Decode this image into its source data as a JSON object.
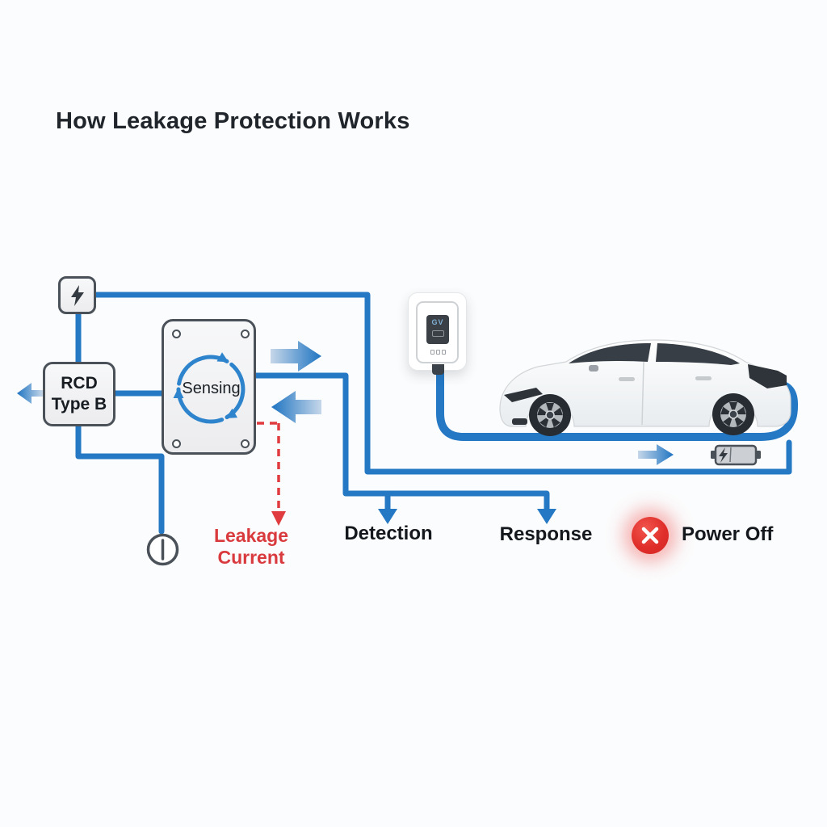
{
  "title": "How Leakage Protection Works",
  "rcd": {
    "line1": "RCD",
    "line2": "Type B"
  },
  "sensor": {
    "label": "Sensing"
  },
  "charger": {
    "screen_text": "GV"
  },
  "labels": {
    "leakage_line1": "Leakage",
    "leakage_line2": "Current",
    "detection": "Detection",
    "response": "Response",
    "power_off": "Power Off"
  },
  "icons": {
    "source": "lightning-icon",
    "sensor": "sensing-loop-icon",
    "battery": "battery-charging-icon",
    "shutoff": "x-icon",
    "ground": "power-symbol-icon"
  },
  "colors": {
    "wire_blue": "#2478c4",
    "arrow_blue": "#1e74c2",
    "alert_red": "#e03b3e",
    "box_border": "#4a5159"
  }
}
